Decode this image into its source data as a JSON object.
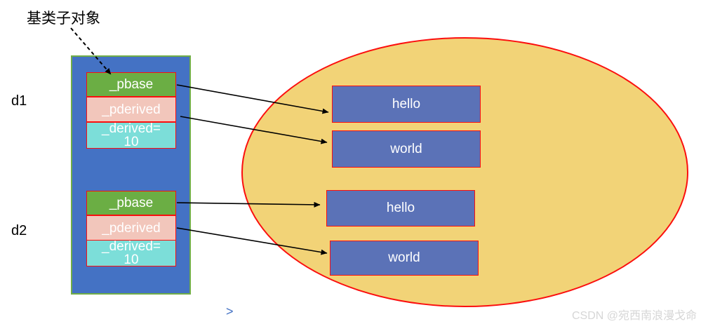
{
  "annotation": {
    "label": "基类子对象"
  },
  "stack": {
    "objects": [
      {
        "name": "d1",
        "fields": {
          "pbase": "_pbase",
          "pderived": "_pderived",
          "derived_line1": "_derived=",
          "derived_line2": "10"
        }
      },
      {
        "name": "d2",
        "fields": {
          "pbase": "_pbase",
          "pderived": "_pderived",
          "derived_line1": "_derived=",
          "derived_line2": "10"
        }
      }
    ]
  },
  "heap": {
    "strings": [
      "hello",
      "world",
      "hello",
      "world"
    ]
  },
  "footer": {
    "nav_next": ">",
    "watermark": "CSDN @宛西南浪漫戈命"
  },
  "colors": {
    "object_container_fill": "#4472C4",
    "object_container_border": "#70AD47",
    "pbase_fill": "#6BAE44",
    "pderived_fill": "#F2C6BB",
    "derived_fill": "#7CDED9",
    "box_border": "#FB0E0E",
    "heap_ellipse_fill": "#F2D377",
    "heap_string_fill": "#5B72B7",
    "arrow": "#000000",
    "nav_next": "#4472C4",
    "watermark": "#D6D6D6"
  }
}
